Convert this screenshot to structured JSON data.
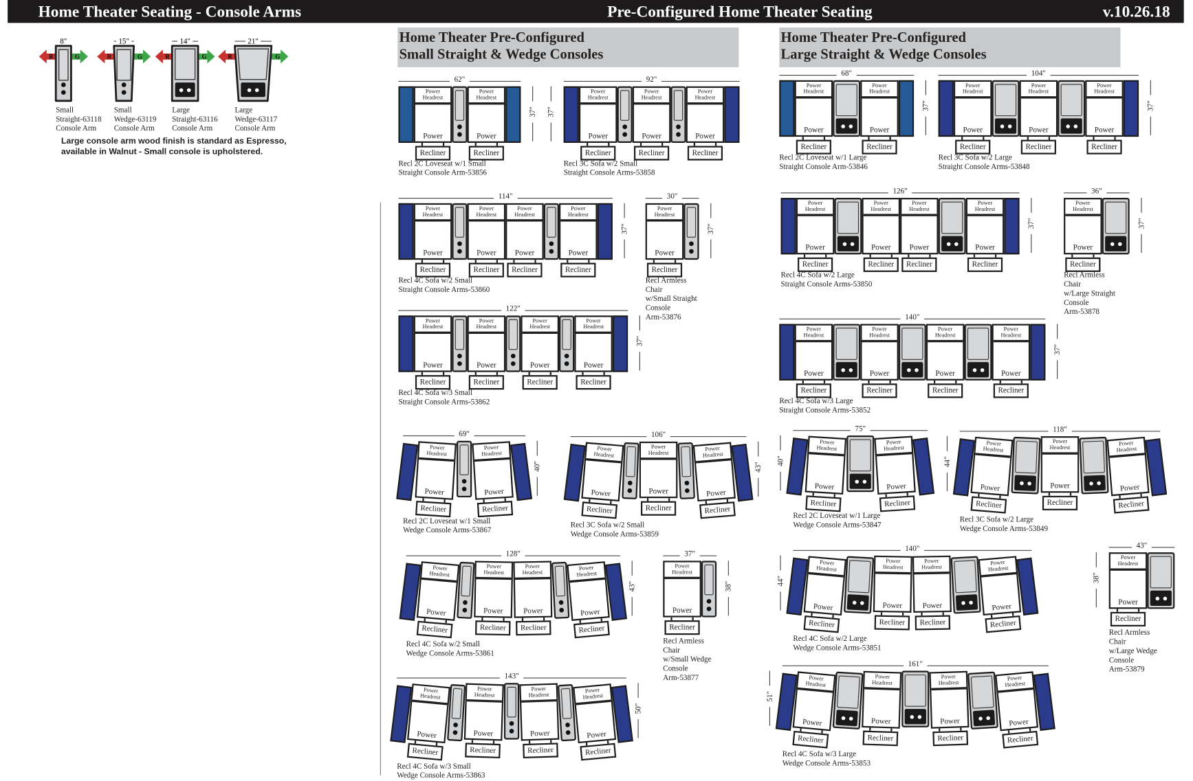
{
  "header": {
    "left_title": "Home Theater Seating - Console Arms",
    "center_title": "Pre-Configured Home Theater Seating",
    "version": "v.10.26.18"
  },
  "colors": {
    "arm_blue": "#245a96",
    "arm_navy": "#2b3b8c",
    "arrow_red": "#c8332f",
    "arrow_green": "#3ea548",
    "console_gray": "#cfd0d2"
  },
  "labels": {
    "headrest_line1": "Power",
    "headrest_line2": "Headrest",
    "power": "Power",
    "recliner": "Recliner",
    "left_arrow": "R",
    "right_arrow": "G"
  },
  "legend": {
    "items": [
      {
        "width": "8\"",
        "type": "small-straight",
        "caption": [
          "Small",
          "Straight-63118",
          "Console Arm"
        ]
      },
      {
        "width": "15\"",
        "type": "small-wedge",
        "caption": [
          "Small",
          "Wedge-63119",
          "Console Arm"
        ]
      },
      {
        "width": "14\"",
        "type": "large-straight",
        "caption": [
          "Large",
          "Straight-63116",
          "Console Arm"
        ]
      },
      {
        "width": "21\"",
        "type": "large-wedge",
        "caption": [
          "Large",
          "Wedge-63117",
          "Console Arm"
        ]
      }
    ],
    "note": [
      "Large console arm wood finish is standard as Espresso,",
      "available in Walnut - Small console is upholstered."
    ]
  },
  "sections": [
    {
      "title": [
        "Home Theater Pre-Configured",
        "Small Straight & Wedge Consoles"
      ]
    },
    {
      "title": [
        "Home Theater Pre-Configured",
        "Large Straight & Wedge Consoles"
      ]
    }
  ],
  "configs": [
    {
      "width": "62\"",
      "depth": "37\"",
      "units": "AScSA",
      "arm": "arm_blue",
      "wedge": false,
      "caption": [
        "Recl 2C Loveseat w/1 Small",
        "Straight Console Arm-53856"
      ]
    },
    {
      "width": "92\"",
      "depth": "37\"",
      "units": "AScScSA",
      "arm": "arm_navy",
      "wedge": false,
      "caption": [
        "Recl 3C Sofa w/2 Small",
        "Straight Console Arms-53858"
      ]
    },
    {
      "width": "114\"",
      "depth": "37\"",
      "units": "AScSScSA",
      "arm": "arm_navy",
      "wedge": false,
      "caption": [
        "Recl 4C Sofa w/2 Small",
        "Straight Console Arms-53860"
      ]
    },
    {
      "width": "30\"",
      "depth": "37\"",
      "units": "Sc",
      "arm": "arm_navy",
      "wedge": false,
      "caption": [
        "Recl Armless",
        "Chair",
        "w/Small Straight",
        "Console",
        "Arm-53876"
      ]
    },
    {
      "width": "122\"",
      "depth": "37\"",
      "units": "AScScScSA",
      "arm": "arm_navy",
      "wedge": false,
      "caption": [
        "Recl 4C Sofa w/3 Small",
        "Straight Console Arms-53862"
      ]
    },
    {
      "width": "68\"",
      "depth": "37\"",
      "units": "ASCSA",
      "arm": "arm_blue",
      "wedge": false,
      "caption": [
        "Recl 2C Loveseat w/1 Large",
        "Straight Console Arm-53846"
      ]
    },
    {
      "width": "104\"",
      "depth": "37\"",
      "units": "ASCSCSA",
      "arm": "arm_navy",
      "wedge": false,
      "caption": [
        "Recl 3C Sofa w/2 Large",
        "Straight Console Arms-53848"
      ]
    },
    {
      "width": "126\"",
      "depth": "37\"",
      "units": "ASCSSCSA",
      "arm": "arm_navy",
      "wedge": false,
      "caption": [
        "Recl 4C Sofa w/2 Large",
        "Straight Console Arms-53850"
      ]
    },
    {
      "width": "36\"",
      "depth": "37\"",
      "units": "SC",
      "arm": "arm_navy",
      "wedge": false,
      "caption": [
        "Recl Armless",
        "Chair",
        "w/Large Straight",
        "Console",
        "Arm-53878"
      ]
    },
    {
      "width": "140\"",
      "depth": "37\"",
      "units": "ASCSCSCSA",
      "arm": "arm_navy",
      "wedge": false,
      "caption": [
        "Recl 4C Sofa w/3 Large",
        "Straight Console Arms-53852"
      ]
    },
    {
      "width": "69\"",
      "depth": "40\"",
      "units": "AScSA",
      "arm": "arm_navy",
      "wedge": true,
      "caption": [
        "Recl 2C Loveseat w/1 Small",
        "Wedge Console Arms-53867"
      ]
    },
    {
      "width": "106\"",
      "depth": "43\"",
      "units": "AScScSA",
      "arm": "arm_navy",
      "wedge": true,
      "caption": [
        "Recl 3C Sofa w/2 Small",
        "Wedge Console Arms-53859"
      ]
    },
    {
      "width": "128\"",
      "depth": "43\"",
      "units": "AScSScSA",
      "arm": "arm_navy",
      "wedge": true,
      "caption": [
        "Recl 4C Sofa w/2 Small",
        "Wedge Console Arms-53861"
      ]
    },
    {
      "width": "37\"",
      "depth": "38\"",
      "units": "Sc",
      "arm": "arm_navy",
      "wedge": true,
      "caption": [
        "Recl Armless",
        "Chair",
        "w/Small Wedge",
        "Console",
        "Arm-53877"
      ]
    },
    {
      "width": "143\"",
      "depth": "50\"",
      "units": "AScScScSA",
      "arm": "arm_navy",
      "wedge": true,
      "caption": [
        "Recl 4C Sofa w/3 Small",
        "Wedge Console Arms-53863"
      ]
    },
    {
      "width": "75\"",
      "depth": "40\"",
      "units": "ASCSA",
      "arm": "arm_navy",
      "wedge": true,
      "caption": [
        "Recl 2C Loveseat w/1 Large",
        "Wedge Console Arms-53847"
      ]
    },
    {
      "width": "118\"",
      "depth": "44\"",
      "units": "ASCSCSA",
      "arm": "arm_navy",
      "wedge": true,
      "caption": [
        "Recl 3C Sofa w/2 Large",
        "Wedge Console Arms-53849"
      ]
    },
    {
      "width": "140\"",
      "depth": "44\"",
      "units": "ASCSSCSA",
      "arm": "arm_navy",
      "wedge": true,
      "caption": [
        "Recl 4C Sofa w/2 Large",
        "Wedge Console Arms-53851"
      ]
    },
    {
      "width": "43\"",
      "depth": "38\"",
      "units": "SC",
      "arm": "arm_navy",
      "wedge": true,
      "caption": [
        "Recl Armless",
        "Chair",
        "w/Large Wedge",
        "Console",
        "Arm-53879"
      ]
    },
    {
      "width": "161\"",
      "depth": "51\"",
      "units": "ASCSCSCSA",
      "arm": "arm_navy",
      "wedge": true,
      "caption": [
        "Recl 4C Sofa w/3 Large",
        "Wedge Console Arms-53853"
      ]
    }
  ]
}
